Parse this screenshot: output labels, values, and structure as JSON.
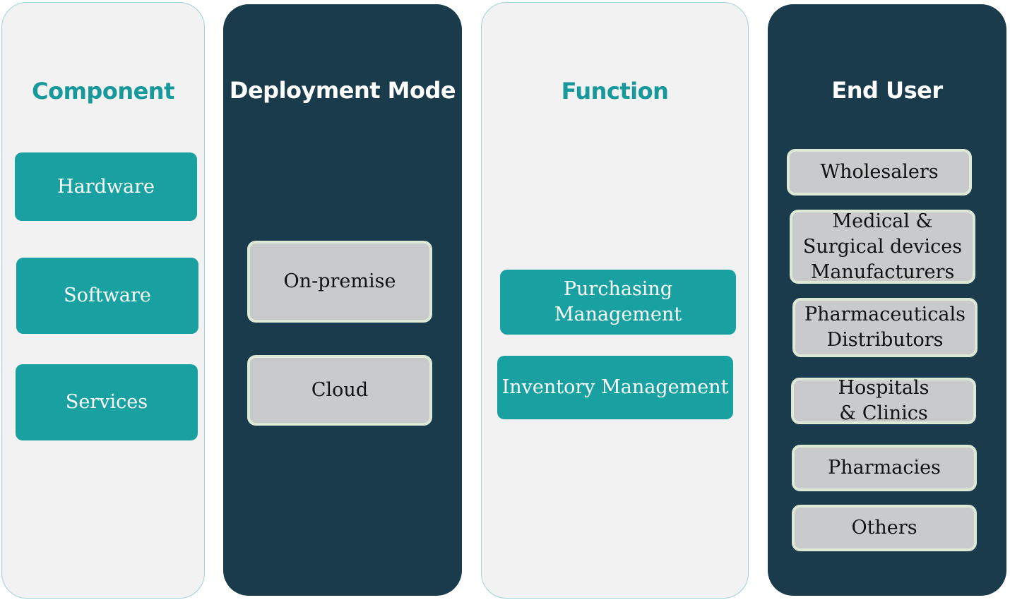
{
  "colors": {
    "teal": "#19a1a2",
    "dark_navy": "#1a3b4b",
    "light_panel": "#f2f2f2",
    "grey_box": "#c8cacb"
  },
  "columns": [
    {
      "title": "Component",
      "items": [
        "Hardware",
        "Software",
        "Services"
      ]
    },
    {
      "title": "Deployment Mode",
      "items": [
        "On-premise",
        "Cloud"
      ]
    },
    {
      "title": "Function",
      "items": [
        "Purchasing Management",
        "Inventory Management"
      ]
    },
    {
      "title": "End User",
      "items": [
        "Wholesalers",
        "Medical & Surgical devices Manufacturers",
        "Pharmaceuticals Distributors",
        "Hospitals & Clinics",
        "Pharmacies",
        "Others"
      ]
    }
  ]
}
